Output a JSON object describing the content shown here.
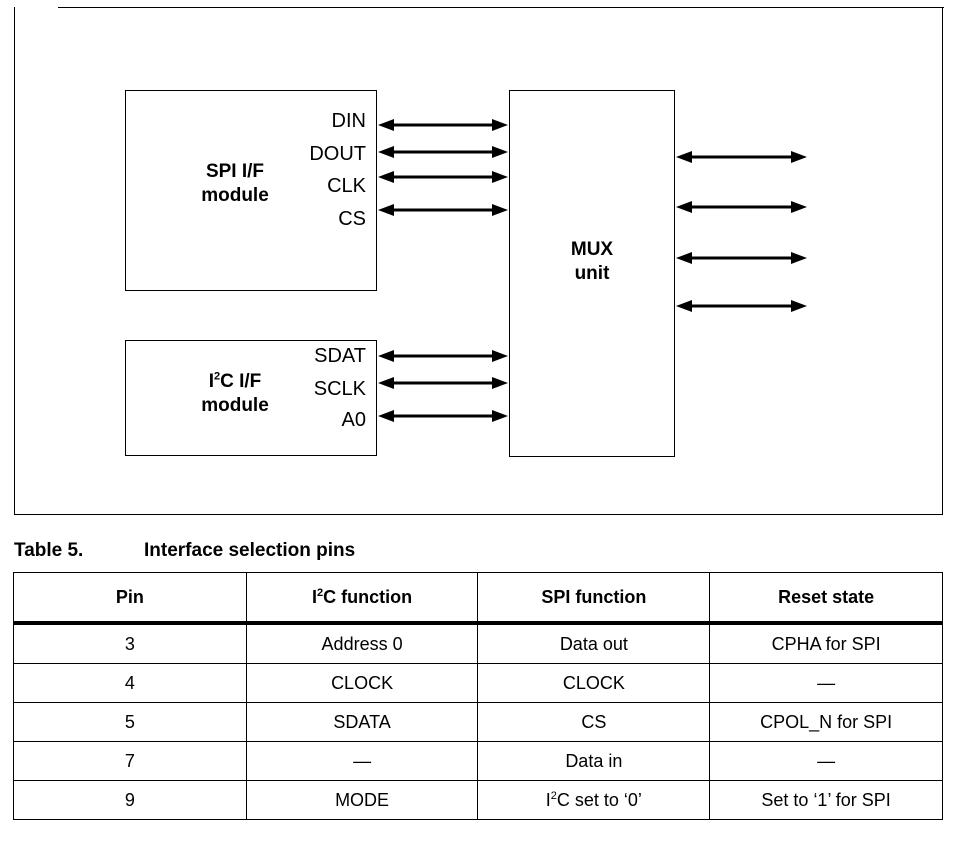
{
  "diagram": {
    "spi_module": {
      "line1": "SPI I/F",
      "line2": "module"
    },
    "spi_pins": [
      "DIN",
      "DOUT",
      "CLK",
      "CS"
    ],
    "i2c_module": {
      "prefix": "I",
      "sup": "2",
      "suffix": "C I/F",
      "line2": "module"
    },
    "i2c_pins": [
      "SDAT",
      "SCLK",
      "A0"
    ],
    "mux": {
      "line1": "MUX",
      "line2": "unit"
    }
  },
  "table": {
    "caption_number": "Table 5.",
    "caption_title": "Interface selection pins",
    "headers": {
      "pin": "Pin",
      "i2c_prefix": "I",
      "i2c_sup": "2",
      "i2c_suffix": "C function",
      "spi": "SPI function",
      "reset": "Reset state"
    },
    "rows": [
      {
        "pin": "3",
        "i2c": "Address 0",
        "spi": "Data out",
        "reset": "CPHA for SPI"
      },
      {
        "pin": "4",
        "i2c": "CLOCK",
        "spi": "CLOCK",
        "reset": "—"
      },
      {
        "pin": "5",
        "i2c": "SDATA",
        "spi": "CS",
        "reset": "CPOL_N for SPI"
      },
      {
        "pin": "7",
        "i2c": "—",
        "spi": "Data in",
        "reset": "—"
      },
      {
        "pin": "9",
        "i2c": "MODE",
        "spi_prefix": "I",
        "spi_sup": "2",
        "spi_suffix": "C set to ‘0’",
        "reset": "Set to ‘1’ for SPI"
      }
    ]
  }
}
